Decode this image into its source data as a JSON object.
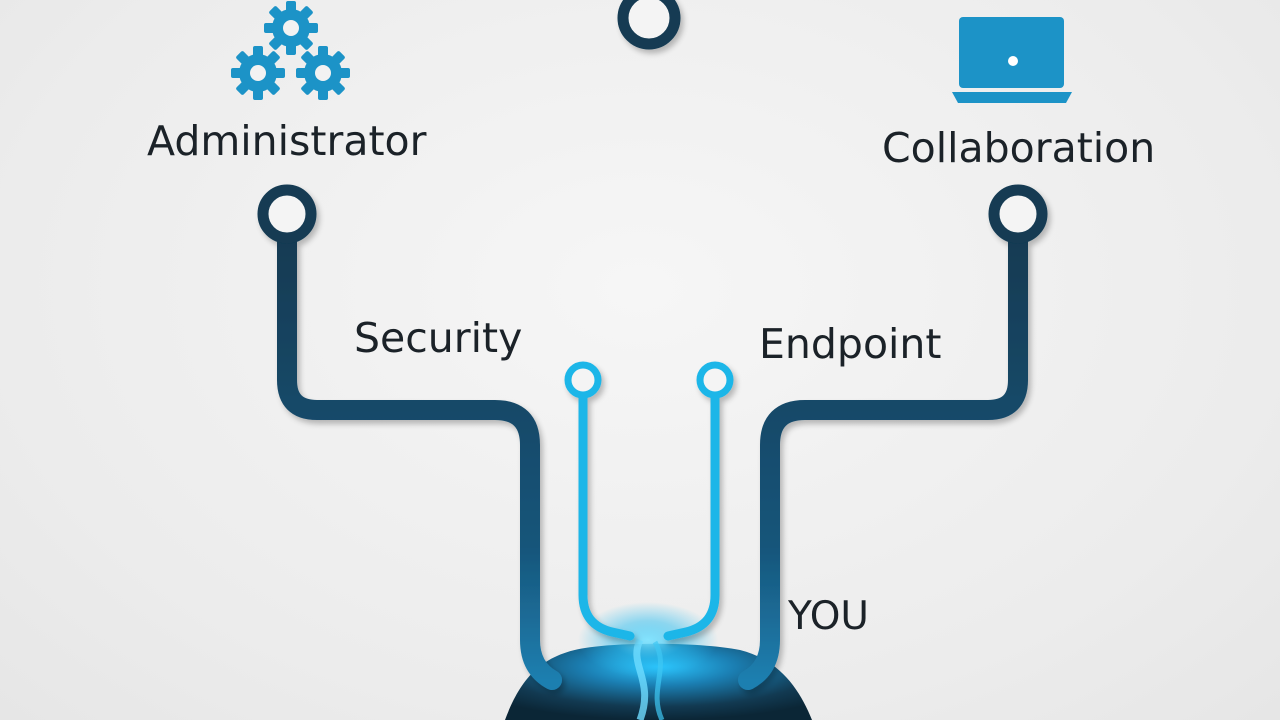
{
  "labels": {
    "administrator": "Administrator",
    "collaboration": "Collaboration",
    "security": "Security",
    "endpoint": "Endpoint",
    "you": "YOU"
  },
  "icons": {
    "administrator": "gears-icon",
    "collaboration": "laptop-icon"
  },
  "colors": {
    "background": "#efefef",
    "dark_trace": "#123a52",
    "light_trace": "#1fb6e8",
    "icon_blue": "#1c93c7",
    "text": "#1b2228"
  }
}
